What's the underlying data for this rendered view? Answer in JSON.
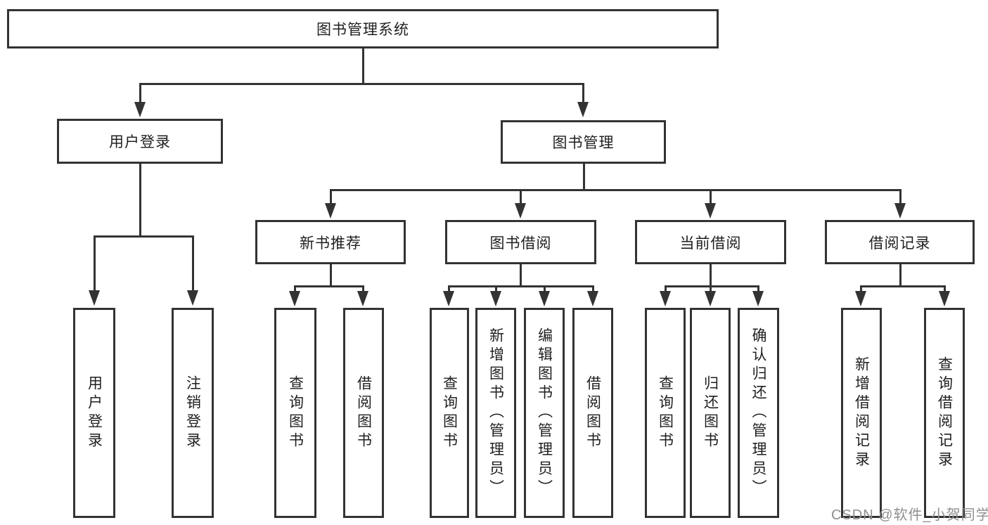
{
  "diagram": {
    "type": "hierarchy-tree",
    "title": "图书管理系统",
    "colors": {
      "line": "#333333",
      "box_border": "#333333",
      "text": "#1f1f1f",
      "background": "#ffffff",
      "watermark": "#8f8f8f"
    },
    "nodes": {
      "root": {
        "label": "图书管理系统"
      },
      "user_login": {
        "label": "用户登录"
      },
      "book_mgmt": {
        "label": "图书管理"
      },
      "new_book_rec": {
        "label": "新书推荐"
      },
      "book_borrow": {
        "label": "图书借阅"
      },
      "current_borrow": {
        "label": "当前借阅"
      },
      "borrow_records": {
        "label": "借阅记录"
      },
      "leaf_user_login": {
        "label": "用户登录"
      },
      "leaf_logout": {
        "label": "注销登录"
      },
      "leaf_rec_query_books": {
        "label": "查询图书"
      },
      "leaf_rec_borrow_books": {
        "label": "借阅图书"
      },
      "leaf_bb_query_books": {
        "label": "查询图书"
      },
      "leaf_bb_add_books": {
        "label": "新增图书（管理员）"
      },
      "leaf_bb_edit_books": {
        "label": "编辑图书（管理员）"
      },
      "leaf_bb_borrow_books": {
        "label": "借阅图书"
      },
      "leaf_cb_query_books": {
        "label": "查询图书"
      },
      "leaf_cb_return_books": {
        "label": "归还图书"
      },
      "leaf_cb_confirm_return": {
        "label": "确认归还（管理员）"
      },
      "leaf_br_add_record": {
        "label": "新增借阅记录"
      },
      "leaf_br_query_record": {
        "label": "查询借阅记录"
      }
    },
    "edges": [
      [
        "root",
        "user_login"
      ],
      [
        "root",
        "book_mgmt"
      ],
      [
        "user_login",
        "leaf_user_login"
      ],
      [
        "user_login",
        "leaf_logout"
      ],
      [
        "book_mgmt",
        "new_book_rec"
      ],
      [
        "book_mgmt",
        "book_borrow"
      ],
      [
        "book_mgmt",
        "current_borrow"
      ],
      [
        "book_mgmt",
        "borrow_records"
      ],
      [
        "new_book_rec",
        "leaf_rec_query_books"
      ],
      [
        "new_book_rec",
        "leaf_rec_borrow_books"
      ],
      [
        "book_borrow",
        "leaf_bb_query_books"
      ],
      [
        "book_borrow",
        "leaf_bb_add_books"
      ],
      [
        "book_borrow",
        "leaf_bb_edit_books"
      ],
      [
        "book_borrow",
        "leaf_bb_borrow_books"
      ],
      [
        "current_borrow",
        "leaf_cb_query_books"
      ],
      [
        "current_borrow",
        "leaf_cb_return_books"
      ],
      [
        "current_borrow",
        "leaf_cb_confirm_return"
      ],
      [
        "borrow_records",
        "leaf_br_add_record"
      ],
      [
        "borrow_records",
        "leaf_br_query_record"
      ]
    ],
    "watermark": {
      "text": "CSDN @软件_小贺同学"
    }
  }
}
